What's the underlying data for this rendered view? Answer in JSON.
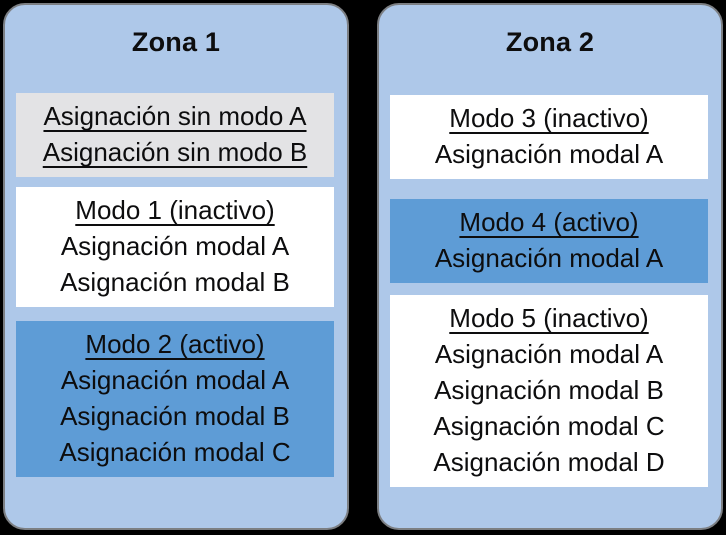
{
  "colors": {
    "background": "#000000",
    "zone_fill": "#aec8e9",
    "zone_border": "#7c7f83",
    "modeless_block_fill": "#e3e3e5",
    "inactive_block_fill": "#ffffff",
    "active_block_fill": "#5e9cd6",
    "text": "#0d0d0e"
  },
  "zones": [
    {
      "title": "Zona 1",
      "blocks": [
        {
          "type": "modeless",
          "lines": [
            "Asignación sin modo A",
            "Asignación sin modo B"
          ]
        },
        {
          "type": "mode-inactive",
          "header": "Modo 1 (inactivo)",
          "lines": [
            "Asignación modal A",
            "Asignación modal B"
          ]
        },
        {
          "type": "mode-active",
          "header": "Modo 2 (activo)",
          "lines": [
            "Asignación modal A",
            "Asignación modal B",
            "Asignación modal C"
          ]
        }
      ]
    },
    {
      "title": "Zona 2",
      "blocks": [
        {
          "type": "mode-inactive",
          "header": "Modo 3 (inactivo)",
          "lines": [
            "Asignación modal A"
          ]
        },
        {
          "type": "mode-active",
          "header": "Modo 4 (activo)",
          "lines": [
            "Asignación modal A"
          ]
        },
        {
          "type": "mode-inactive",
          "header": "Modo 5 (inactivo)",
          "lines": [
            "Asignación modal A",
            "Asignación modal B",
            "Asignación modal C",
            "Asignación modal D"
          ]
        }
      ]
    }
  ]
}
